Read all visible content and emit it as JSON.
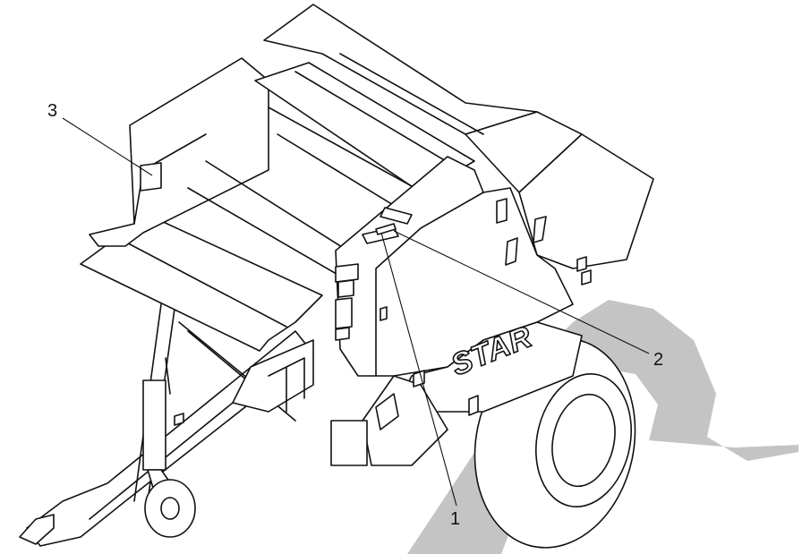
{
  "diagram": {
    "callouts": [
      {
        "id": "1",
        "label": "1"
      },
      {
        "id": "2",
        "label": "2"
      },
      {
        "id": "3",
        "label": "3"
      }
    ],
    "brand_text": "STAR",
    "colors": {
      "watermark": "#c4c4c4",
      "line": "#111111",
      "background": "#ffffff"
    }
  }
}
